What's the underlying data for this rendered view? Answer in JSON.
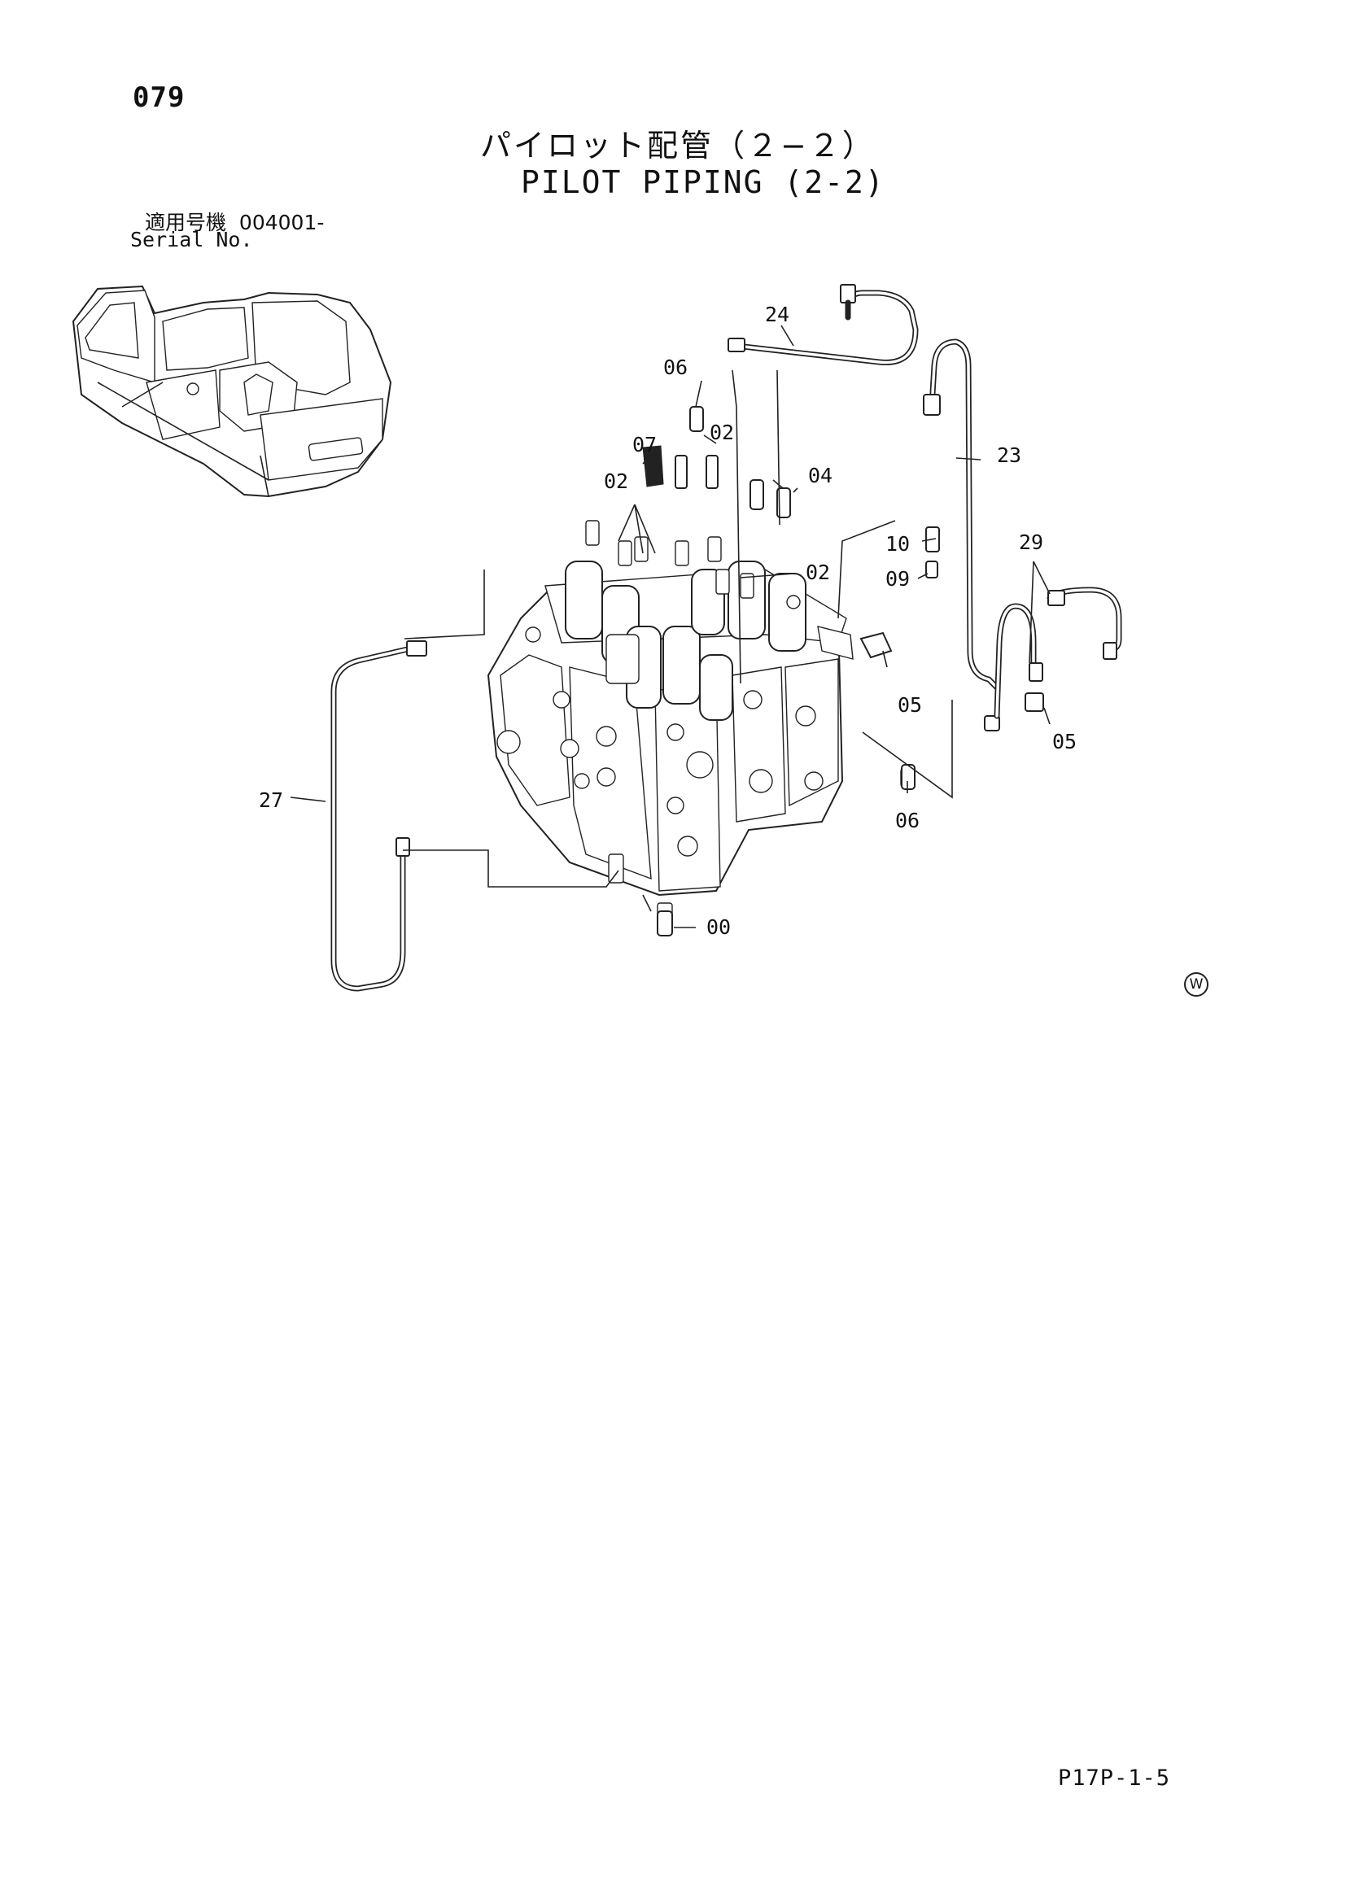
{
  "header": {
    "page_number": "079",
    "title_jp": "パイロット配管（２−２）",
    "title_en": "PILOT PIPING (2-2)",
    "serial_label_jp": "適用号機",
    "serial_value": "004001-",
    "serial_label_en": "Serial No."
  },
  "callouts": {
    "c24": "24",
    "c06a": "06",
    "c02a": "02",
    "c07": "07",
    "c04": "04",
    "c23": "23",
    "c02b": "02",
    "c10": "10",
    "c29": "29",
    "c02c": "02",
    "c09": "09",
    "c05a": "05",
    "c05b": "05",
    "c27": "27",
    "c06b": "06",
    "c00": "00"
  },
  "watermark": "W",
  "footer": {
    "figure_code": "P17P-1-5"
  }
}
